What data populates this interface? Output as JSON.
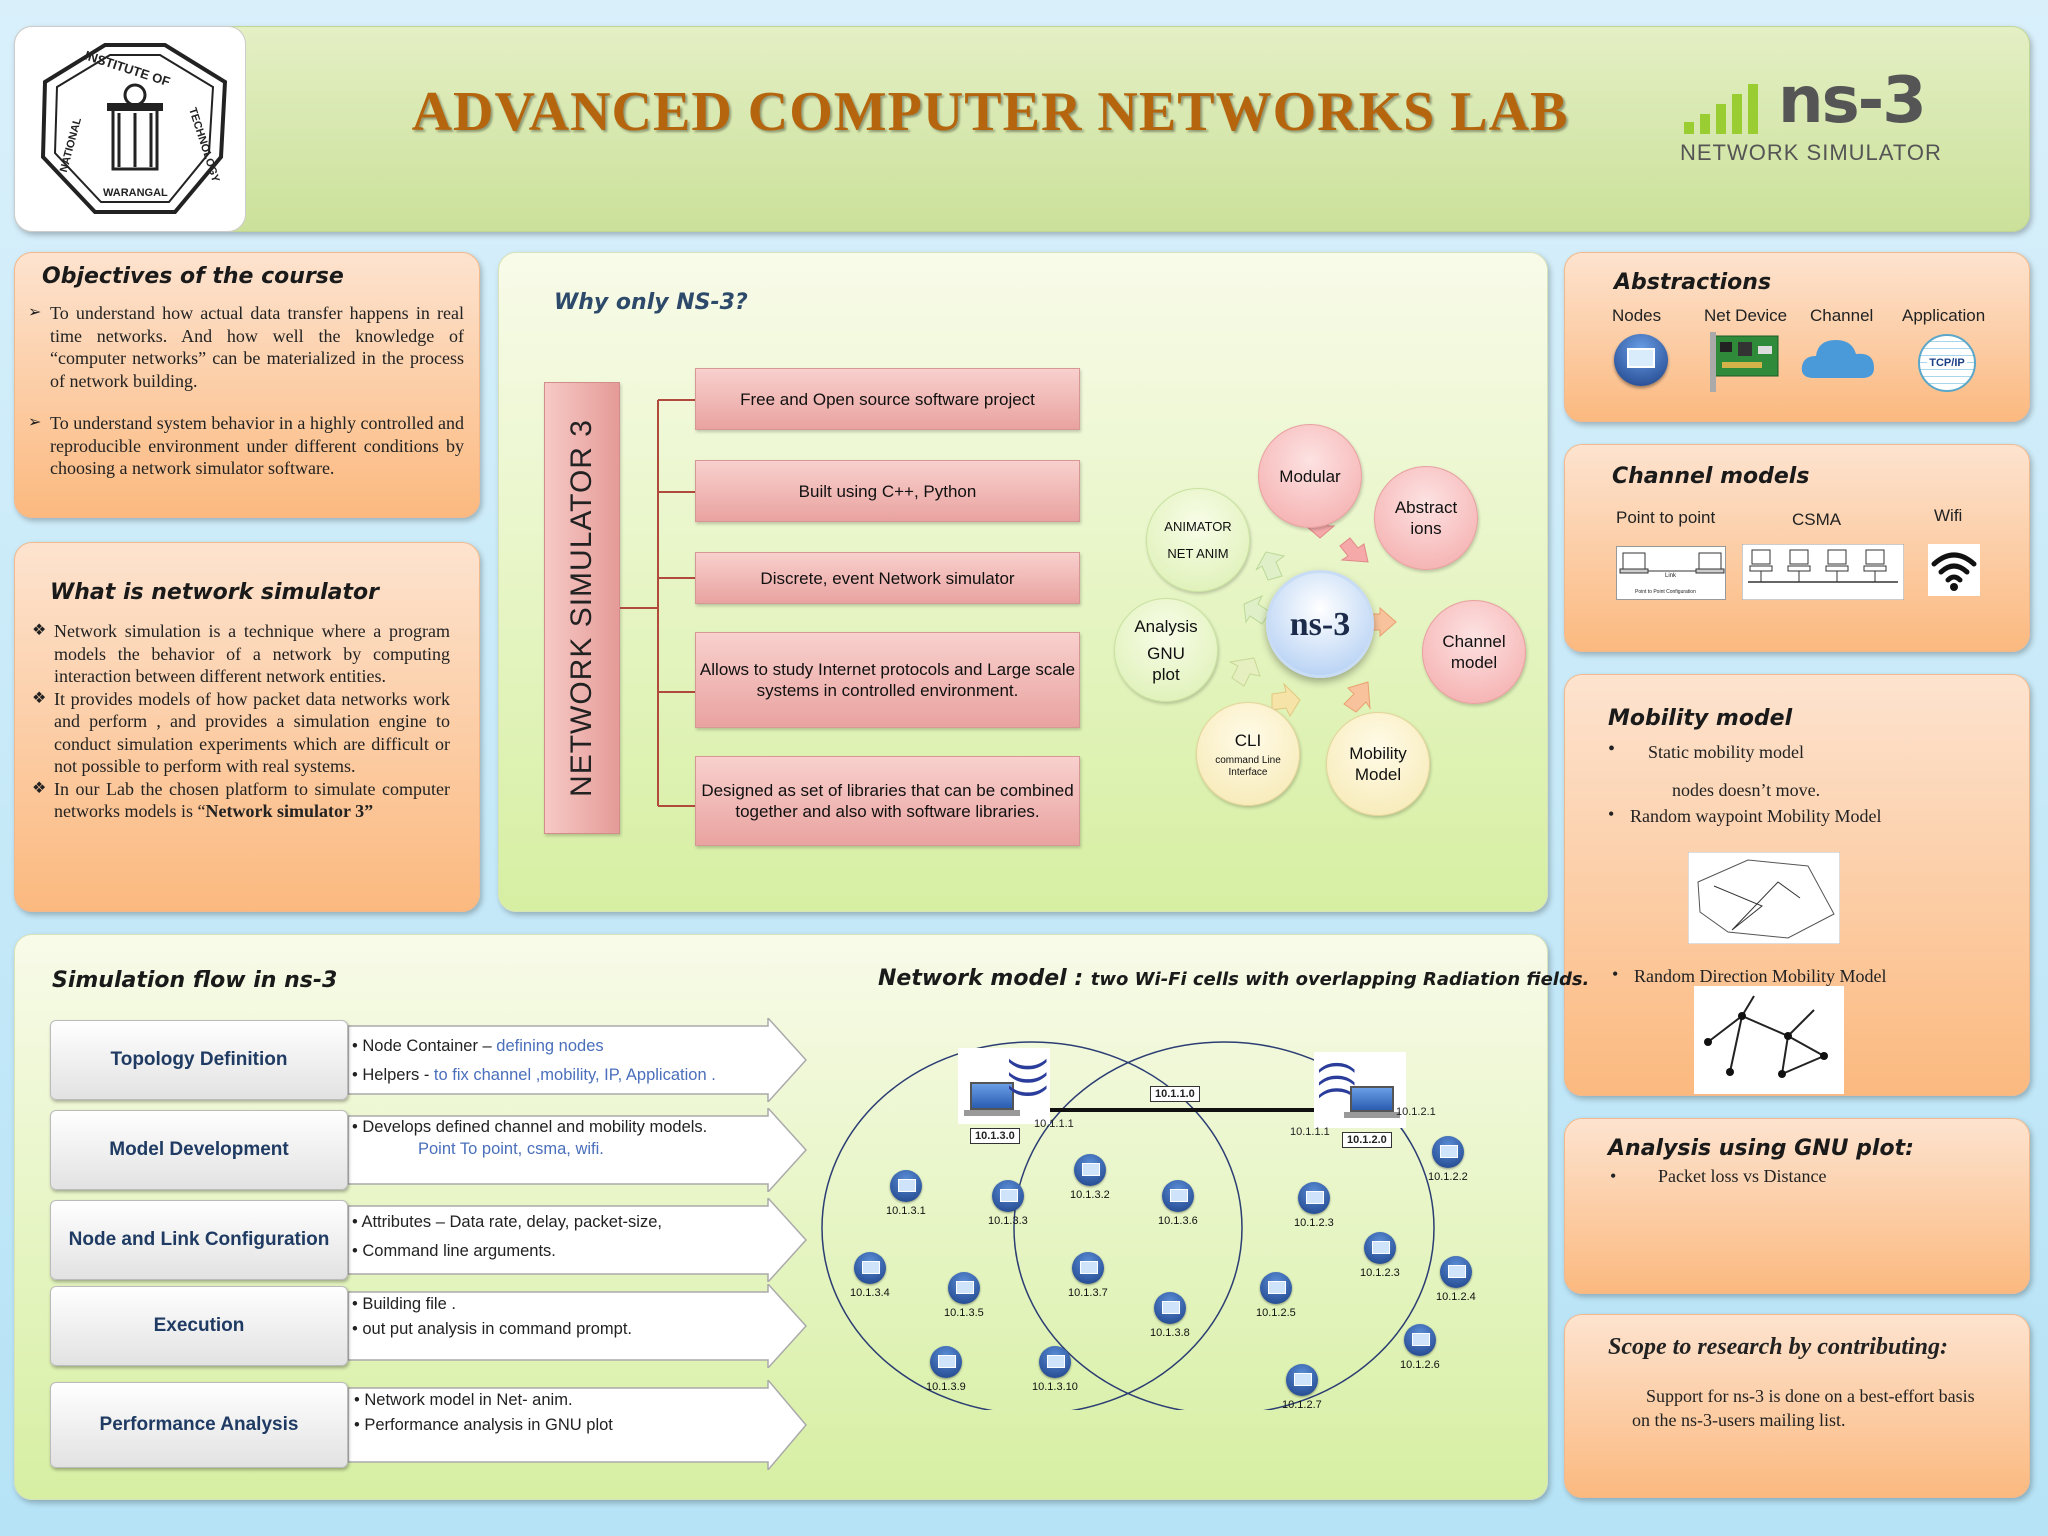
{
  "header": {
    "title": "ADVANCED COMPUTER NETWORKS LAB",
    "logo_top": "INSTITUTE OF",
    "logo_left": "NATIONAL",
    "logo_right": "TECHNOLOGY",
    "logo_bottom": "WARANGAL",
    "ns3_logo": "ns-3",
    "ns3_subtitle": "NETWORK SIMULATOR"
  },
  "objectives": {
    "title": "Objectives of the course",
    "items": [
      "To understand how actual data transfer happens in real time networks. And how well the knowledge of “computer networks” can be materialized in the process of network building.",
      "To understand system behavior in a highly controlled and reproducible environment under different conditions by choosing a network simulator software."
    ]
  },
  "what_is": {
    "title": "What is network simulator",
    "item1": "Network simulation is a technique where a program models the behavior of a network by computing interaction between different network entities.",
    "item2": "It provides models of how packet data networks work and perform , and provides a simulation engine to conduct simulation experiments which are difficult or not possible to perform with real systems.",
    "item3_prefix": "In our Lab the chosen platform to simulate computer networks models is “",
    "item3_bold": "Network simulator 3”"
  },
  "why": {
    "title": "Why only NS-3?",
    "vertical_label": "NETWORK SIMULATOR 3",
    "features": [
      "Free and Open source software project",
      "Built using C++, Python",
      "Discrete, event Network simulator",
      "Allows to study Internet protocols and Large scale systems in controlled environment.",
      "Designed as set of libraries that can be combined together and also with software libraries."
    ],
    "center": "ns-3",
    "bubbles": {
      "modular": "Modular",
      "abstractions_1": "Abstract",
      "abstractions_2": "ions",
      "channel_1": "Channel",
      "channel_2": "model",
      "mobility_1": "Mobility",
      "mobility_2": "Model",
      "cli": "CLI",
      "cli_sub_1": "command Line",
      "cli_sub_2": "Interface",
      "analysis_1": "Analysis",
      "analysis_2": "GNU",
      "analysis_3": "plot",
      "animator_1": "ANIMATOR",
      "animator_2": "NET ANIM"
    }
  },
  "abstractions": {
    "title": "Abstractions",
    "labels": [
      "Nodes",
      "Net Device",
      "Channel",
      "Application"
    ],
    "app_icon_text": "TCP/IP"
  },
  "channel_models": {
    "title": "Channel models",
    "labels": [
      "Point to point",
      "CSMA",
      "Wifi"
    ],
    "p2p_caption": "Point to Point Configuration",
    "p2p_link": "Link"
  },
  "mobility": {
    "title": "Mobility model",
    "static": "Static mobility model",
    "static_note": "nodes doesn’t move.",
    "waypoint": "Random waypoint Mobility Model",
    "direction": "Random Direction Mobility Model"
  },
  "analysis": {
    "title": "Analysis using GNU plot:",
    "item": "Packet loss vs Distance"
  },
  "scope": {
    "title": "Scope to research by contributing:",
    "text_1": "Support for ns-3 is done on a best-effort basis",
    "text_2": "on  the ns-3-users mailing list."
  },
  "flow": {
    "title": "Simulation flow in ns-3",
    "steps": [
      {
        "label": "Topology Definition",
        "l1a": "Node Container – ",
        "l1b": "defining nodes",
        "l2a": "Helpers  - ",
        "l2b": " to  fix channel ,mobility, IP, Application ."
      },
      {
        "label": "Model Development",
        "l1a": "Develops defined channel  and mobility models.",
        "l2b": "Point To point, csma, wifi."
      },
      {
        "label": "Node and Link Configuration",
        "l1a": "Attributes – Data rate, delay, packet-size,",
        "l2a": "Command line arguments."
      },
      {
        "label": "Execution",
        "l1a": "Building file .",
        "l2a": "out put analysis in command prompt."
      },
      {
        "label": "Performance Analysis",
        "l1a": "Network model in Net- anim.",
        "l2a": "Performance analysis in GNU plot"
      }
    ]
  },
  "network_model": {
    "title": "Network model : ",
    "subtitle": "two Wi-Fi cells with overlapping  Radiation fields.",
    "link_label": "10.1.1.0",
    "left_ap_net": "10.1.3.0",
    "left_ap_ip": "10.1.1.1",
    "right_ap_net": "10.1.2.0",
    "right_ap_ip": "10.1.1.1",
    "right_ap_ip2": "10.1.2.1",
    "nodes": [
      "10.1.3.1",
      "10.1.3.3",
      "10.1.3.2",
      "10.1.3.6",
      "10.1.3.4",
      "10.1.3.5",
      "10.1.3.7",
      "10.1.3.8",
      "10.1.3.9",
      "10.1.3.10",
      "10.1.2.2",
      "10.1.2.3",
      "10.1.2.3",
      "10.1.2.4",
      "10.1.2.5",
      "10.1.2.6",
      "10.1.2.7"
    ]
  },
  "colors": {
    "title": "#b5650d",
    "orange_panel": "#fbb97f",
    "green_panel": "#d6efa2",
    "step_text": "#1f3b63",
    "feature_box": "#e9a3a0"
  }
}
